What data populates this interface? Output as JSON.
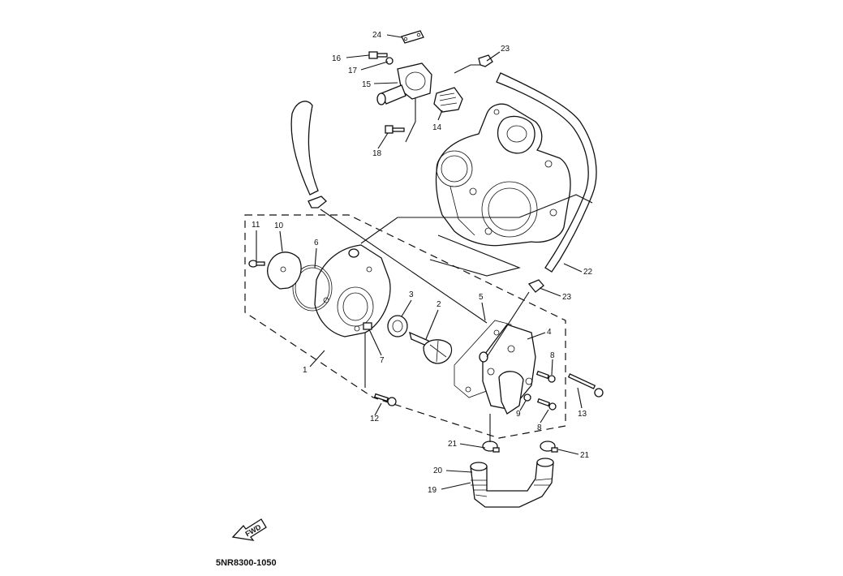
{
  "diagram_code": "5NR8300-1050",
  "fwd_label": "FWD",
  "callouts": [
    {
      "id": "c24",
      "text": "24"
    },
    {
      "id": "c23a",
      "text": "23"
    },
    {
      "id": "c16",
      "text": "16"
    },
    {
      "id": "c17",
      "text": "17"
    },
    {
      "id": "c15",
      "text": "15"
    },
    {
      "id": "c14",
      "text": "14"
    },
    {
      "id": "c18",
      "text": "18"
    },
    {
      "id": "c11",
      "text": "11"
    },
    {
      "id": "c10",
      "text": "10"
    },
    {
      "id": "c6",
      "text": "6"
    },
    {
      "id": "c3",
      "text": "3"
    },
    {
      "id": "c2",
      "text": "2"
    },
    {
      "id": "c5",
      "text": "5"
    },
    {
      "id": "c4",
      "text": "4"
    },
    {
      "id": "c7",
      "text": "7"
    },
    {
      "id": "c1",
      "text": "1"
    },
    {
      "id": "c8a",
      "text": "8"
    },
    {
      "id": "c13",
      "text": "13"
    },
    {
      "id": "c9",
      "text": "9"
    },
    {
      "id": "c8b",
      "text": "8"
    },
    {
      "id": "c12",
      "text": "12"
    },
    {
      "id": "c22",
      "text": "22"
    },
    {
      "id": "c23b",
      "text": "23"
    },
    {
      "id": "c21a",
      "text": "21"
    },
    {
      "id": "c21b",
      "text": "21"
    },
    {
      "id": "c20",
      "text": "20"
    },
    {
      "id": "c19",
      "text": "19"
    }
  ]
}
